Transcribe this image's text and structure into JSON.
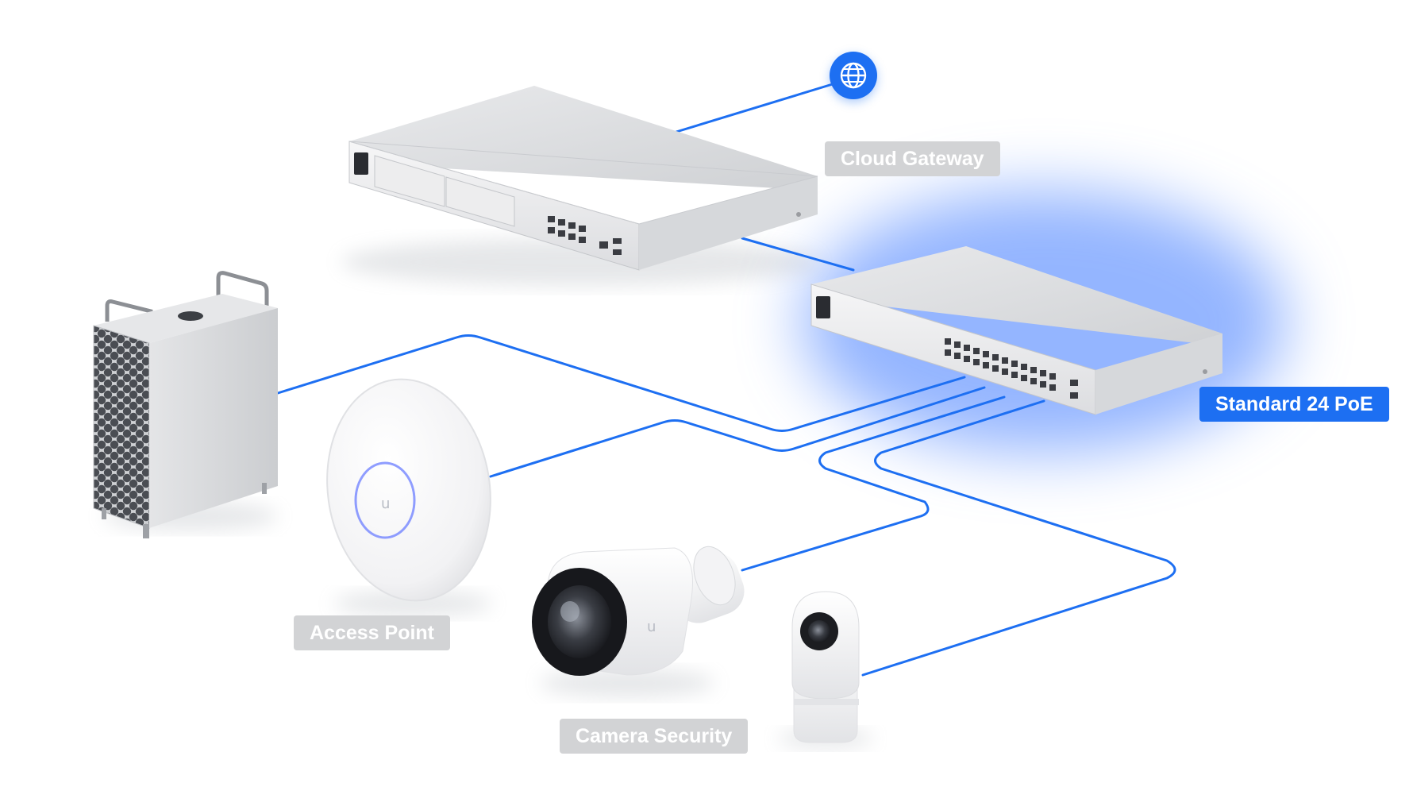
{
  "labels": {
    "cloud_gateway": "Cloud Gateway",
    "standard_switch": "Standard 24 PoE",
    "access_point": "Access Point",
    "camera_security": "Camera Security"
  },
  "icons": {
    "internet": "globe-icon"
  },
  "colors": {
    "accent": "#1d6ff2",
    "label_muted": "#d2d3d5",
    "label_text": "#ffffff",
    "link": "#1d6ff2"
  }
}
